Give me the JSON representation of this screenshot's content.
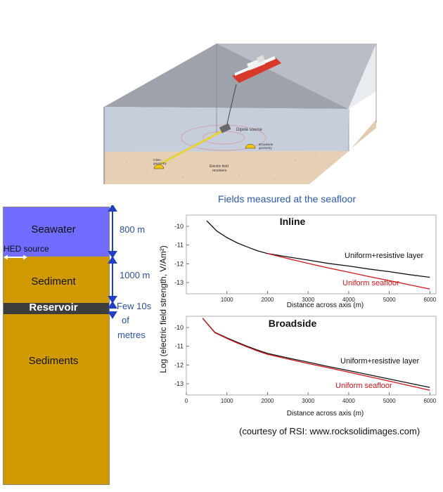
{
  "survey_scene": {
    "labels": {
      "dipole_source": "Dipole source",
      "broadside_geometry": [
        "Broadside",
        "geometry"
      ],
      "inline_geometry": [
        "Inline",
        "geometry"
      ],
      "receivers": [
        "Electric field",
        "receivers"
      ]
    },
    "colors": {
      "sky": "#9ea2ab",
      "water": "#c7cedb",
      "seafloor": "#e3cbb0",
      "cable": "#e7d23c",
      "receiver": "#f1c60c",
      "ship_hull": "#d9392b"
    }
  },
  "earth_model": {
    "layers": [
      {
        "name": "Seawater",
        "color": "#6f6cff"
      },
      {
        "name": "Sediment",
        "color": "#d19a00"
      },
      {
        "name": "Reservoir",
        "color": "#3d3d3d"
      },
      {
        "name": "Sediments",
        "color": "#d19a00"
      }
    ],
    "source_label": "HED source",
    "thicknesses": [
      "800 m",
      "1000 m",
      "Few 10s",
      "of",
      "metres"
    ],
    "arrow_color": "#1f3fc4"
  },
  "figure_title": "Fields measured at the seafloor",
  "y_axis_label": "Log (electric field strength, V/Am²)",
  "chart_data": [
    {
      "type": "line",
      "title": "Inline",
      "xlabel": "Distance across axis (m)",
      "ylabel": "Log (electric field strength, V/Am²)",
      "x_ticks": [
        "1000",
        "2000",
        "3000",
        "4000",
        "5000",
        "6000"
      ],
      "y_ticks": [
        "-10",
        "-11",
        "-12",
        "-13"
      ],
      "xlim": [
        0,
        6150
      ],
      "ylim": [
        -13.6,
        -9.4
      ],
      "series": [
        {
          "name": "Uniform+resistive layer",
          "color": "#111111",
          "x": [
            500,
            750,
            1000,
            1250,
            1500,
            1750,
            2000,
            2500,
            3000,
            3500,
            4000,
            4500,
            5000,
            5500,
            6000
          ],
          "y": [
            -9.7,
            -10.25,
            -10.6,
            -10.88,
            -11.1,
            -11.3,
            -11.45,
            -11.63,
            -11.8,
            -11.98,
            -12.12,
            -12.28,
            -12.42,
            -12.58,
            -12.72
          ]
        },
        {
          "name": "Uniform seafloor",
          "color": "#d0141a",
          "x": [
            2000,
            2500,
            3000,
            3500,
            4000,
            4500,
            5000,
            5500,
            6000
          ],
          "y": [
            -11.45,
            -11.72,
            -11.98,
            -12.22,
            -12.45,
            -12.68,
            -12.9,
            -13.12,
            -13.35
          ]
        }
      ]
    },
    {
      "type": "line",
      "title": "Broadside",
      "xlabel": "Distance across axis (m)",
      "ylabel": "Log (electric field strength, V/Am²)",
      "x_ticks": [
        "0",
        "1000",
        "2000",
        "3000",
        "4000",
        "5000",
        "6000"
      ],
      "y_ticks": [
        "-10",
        "-11",
        "-12",
        "-13"
      ],
      "xlim": [
        0,
        6150
      ],
      "ylim": [
        -13.6,
        -9.4
      ],
      "series": [
        {
          "name": "Uniform+resistive layer",
          "color": "#111111",
          "x": [
            400,
            700,
            1000,
            1250,
            1500,
            1750,
            2000,
            2500,
            3000,
            3500,
            4000,
            4500,
            5000,
            5500,
            6000
          ],
          "y": [
            -9.5,
            -10.25,
            -10.55,
            -10.78,
            -11.0,
            -11.2,
            -11.38,
            -11.62,
            -11.85,
            -12.08,
            -12.3,
            -12.52,
            -12.75,
            -12.97,
            -13.2
          ]
        },
        {
          "name": "Uniform seafloor",
          "color": "#d0141a",
          "x": [
            400,
            700,
            1000,
            1250,
            1500,
            1750,
            2000,
            2500,
            3000,
            3500,
            4000,
            4500,
            5000,
            5500,
            6000
          ],
          "y": [
            -9.5,
            -10.27,
            -10.58,
            -10.82,
            -11.04,
            -11.25,
            -11.43,
            -11.68,
            -11.92,
            -12.15,
            -12.38,
            -12.62,
            -12.86,
            -13.1,
            -13.35
          ]
        }
      ]
    }
  ],
  "credit": "(courtesy of RSI: www.rocksolidimages.com)"
}
